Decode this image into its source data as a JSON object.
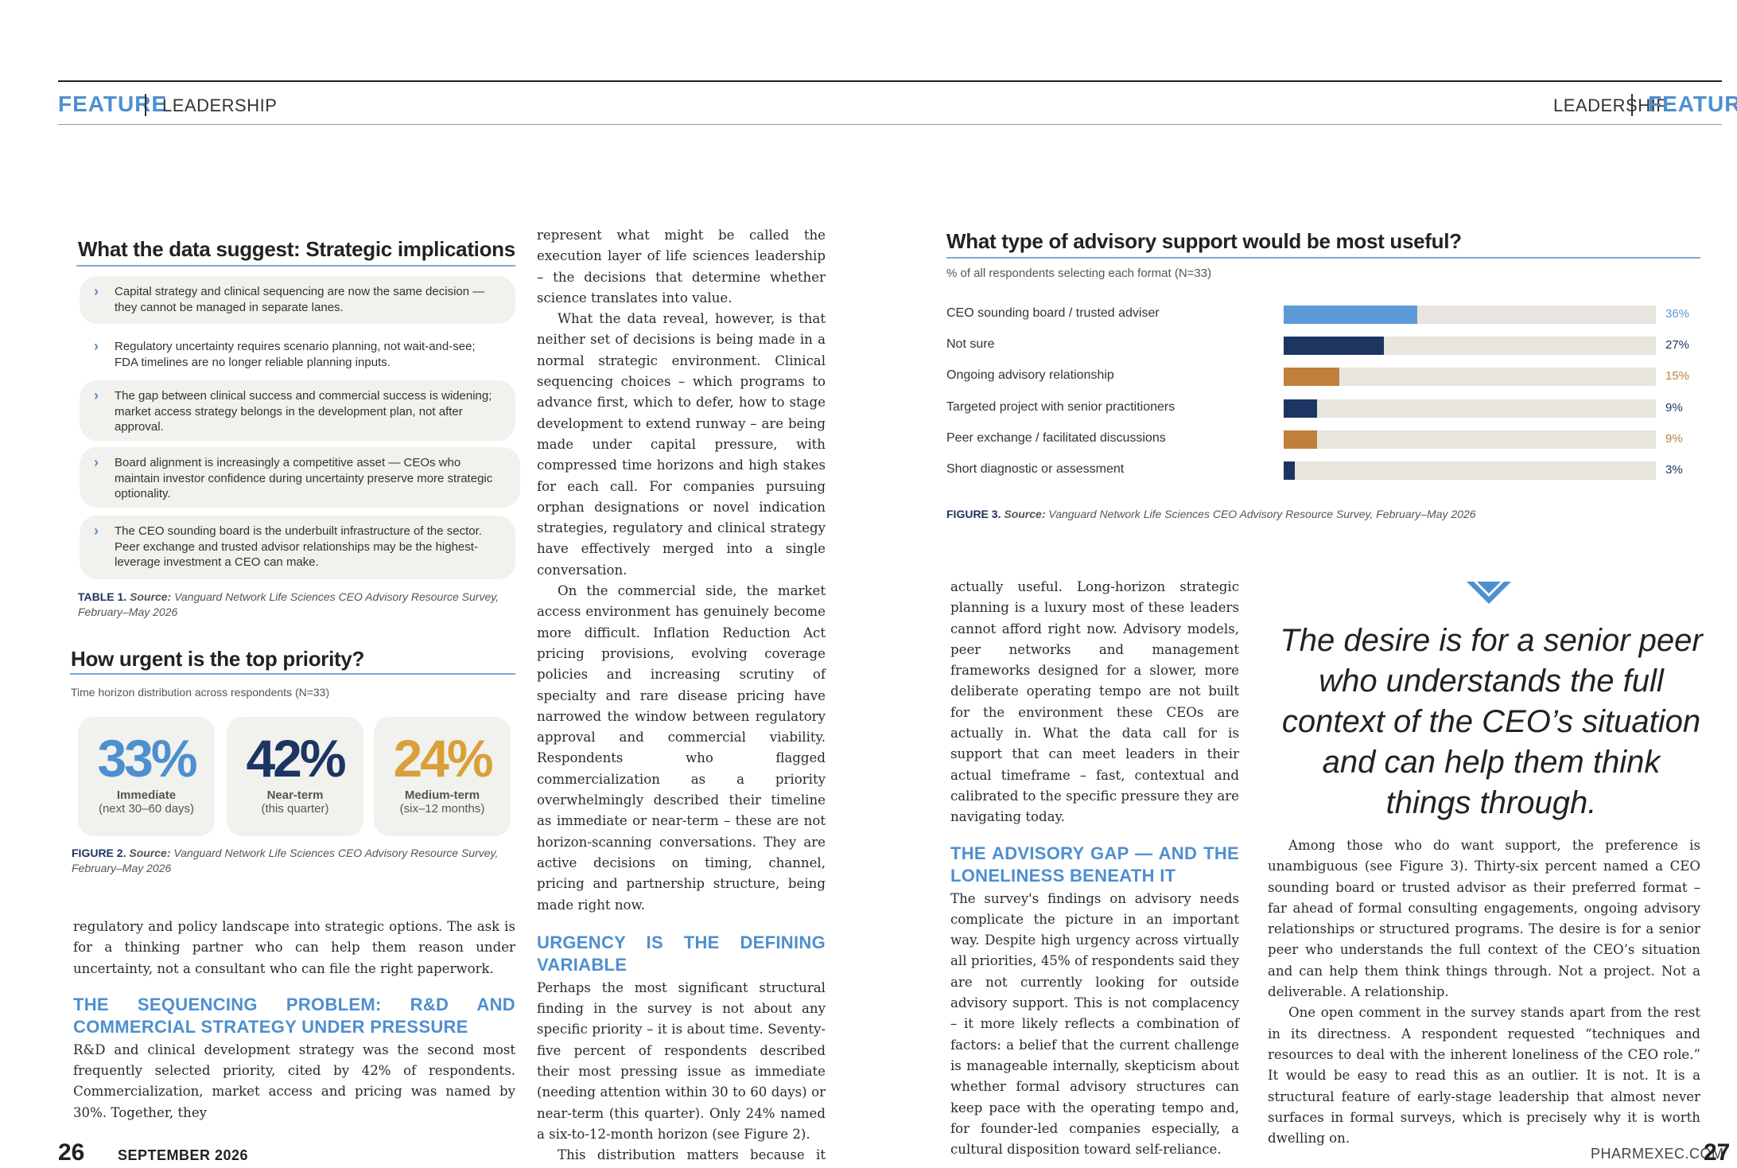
{
  "header": {
    "left_feature": "FEATURE",
    "left_section": "LEADERSHIP",
    "right_section": "LEADERSHIP",
    "right_feature": "FEATURE"
  },
  "table1": {
    "title": "What the data suggest: Strategic implications",
    "bullets": [
      "Capital strategy and clinical sequencing are now the same decision — they cannot be managed in separate lanes.",
      "Regulatory uncertainty requires scenario planning, not wait-and-see; FDA timelines are no longer reliable planning inputs.",
      "The gap between clinical success and commercial success is widening; market access strategy belongs in the development plan, not after approval.",
      "Board alignment is increasingly a competitive asset — CEOs who maintain investor confidence during uncertainty preserve more strategic optionality.",
      "The CEO sounding board is the underbuilt infrastructure of the sector. Peer exchange and trusted advisor relationships may be the highest-leverage investment a CEO can make."
    ],
    "caption_label": "TABLE 1.",
    "caption_source": "Source:",
    "caption_text": "Vanguard Network Life Sciences CEO Advisory Resource Survey, February–May 2026"
  },
  "figure2": {
    "title": "How urgent is the top priority?",
    "subtitle": "Time horizon distribution across respondents (N=33)",
    "stats": [
      {
        "value": "33%",
        "label": "Immediate",
        "sub": "(next 30–60 days)",
        "color": "#4e8fcf"
      },
      {
        "value": "42%",
        "label": "Near-term",
        "sub": "(this quarter)",
        "color": "#1c3563"
      },
      {
        "value": "24%",
        "label": "Medium-term",
        "sub": "(six–12 months)",
        "color": "#d9a03a"
      }
    ],
    "caption_label": "FIGURE 2.",
    "caption_source": "Source:",
    "caption_text": "Vanguard Network Life Sciences CEO Advisory Resource Survey, February–May 2026"
  },
  "col1": {
    "p1": "regulatory and policy landscape into strategic options. The ask is for a thinking partner who can help them reason under uncertainty, not a consultant who can file the right paperwork.",
    "h1": "THE SEQUENCING PROBLEM: R&D AND COMMERCIAL STRATEGY UNDER PRESSURE",
    "p2": "R&D and clinical development strategy was the second most frequently selected priority, cited by 42% of respondents. Commercialization, market access and pricing was named by 30%. Together, they"
  },
  "col2": {
    "p1": "represent what might be called the execution layer of life sciences leadership – the decisions that determine whether science translates into value.",
    "p2": "What the data reveal, however, is that neither set of decisions is being made in a normal strategic environment. Clinical sequencing choices – which programs to advance first, which to defer, how to stage development to extend runway – are being made under capital pressure, with compressed time horizons and high stakes for each call. For companies pursuing orphan designations or novel indication strategies, regulatory and clinical strategy have effectively merged into a single conversation.",
    "p3": "On the commercial side, the market access environment has genuinely become more difficult. Inflation Reduction Act pricing provisions, evolving coverage policies and increasing scrutiny of specialty and rare disease pricing have narrowed the window between regulatory approval and commercial viability. Respondents who flagged commercialization as a priority overwhelmingly described their timeline as immediate or near-term – these are not horizon-scanning conversations. They are active decisions on timing, channel, pricing and partnership structure, being made right now.",
    "h1": "URGENCY IS THE DEFINING VARIABLE",
    "p4": "Perhaps the most significant structural finding in the survey is not about any specific priority – it is about time. Seventy-five percent of respondents described their most pressing issue as immediate (needing attention within 30 to 60 days) or near-term (this quarter). Only 24% named a six-to-12-month horizon (see Figure 2).",
    "p5": "This distribution matters because it changes what kind of leadership support is"
  },
  "figure3": {
    "title": "What type of advisory support would be most useful?",
    "subtitle": "% of all respondents selecting each format (N=33)",
    "caption_label": "FIGURE 3.",
    "caption_source": "Source:",
    "caption_text": "Vanguard Network Life Sciences CEO Advisory Resource Survey, February–May 2026"
  },
  "chart_data": {
    "type": "bar",
    "orientation": "horizontal",
    "title": "What type of advisory support would be most useful?",
    "subtitle": "% of all respondents selecting each format (N=33)",
    "categories": [
      "CEO sounding board / trusted adviser",
      "Not sure",
      "Ongoing advisory relationship",
      "Targeted project with senior practitioners",
      "Peer exchange / facilitated discussions",
      "Short diagnostic or assessment"
    ],
    "values": [
      36,
      27,
      15,
      9,
      9,
      3
    ],
    "value_labels": [
      "36%",
      "27%",
      "15%",
      "9%",
      "9%",
      "3%"
    ],
    "bar_colors": [
      "#5b9bd5",
      "#1c3563",
      "#c07f3a",
      "#1c3563",
      "#c07f3a",
      "#1c3563"
    ],
    "label_colors": [
      "#5b9bd5",
      "#1c3563",
      "#c07f3a",
      "#1c3563",
      "#c07f3a",
      "#1c3563"
    ],
    "track_color": "#e8e5df",
    "xlim": [
      0,
      100
    ],
    "grid": false
  },
  "col3": {
    "p1": "actually useful. Long-horizon strategic planning is a luxury most of these leaders cannot afford right now. Advisory models, peer networks and management frameworks designed for a slower, more deliberate operating tempo are not built for the environment these CEOs are actually in. What the data call for is support that can meet leaders in their actual timeframe – fast, contextual and calibrated to the specific pressure they are navigating today.",
    "h1": "THE ADVISORY GAP — AND THE LONELINESS BENEATH IT",
    "p2": "The survey's findings on advisory needs complicate the picture in an important way. Despite high urgency across virtually all priorities, 45% of respondents said they are not currently looking for outside advisory support. This is not complacency – it more likely reflects a combination of factors: a belief that the current challenge is manageable internally, skepticism about whether formal advisory structures can keep pace with the operating tempo and, for founder-led companies especially, a cultural disposition toward self-reliance."
  },
  "pullquote": "The desire is for a senior peer who understands the full context of the CEO’s situation and can help them think things through.",
  "col4": {
    "p1": "Among those who do want support, the preference is unambiguous (see Figure 3). Thirty-six percent named a CEO sounding board or trusted advisor as their preferred format – far ahead of formal consulting engagements, ongoing advisory relationships or structured programs. The desire is for a senior peer who understands the full context of the CEO’s situation and can help them think things through. Not a project. Not a deliverable. A relationship.",
    "p2": "One open comment in the survey stands apart from the rest in its directness. A respondent requested “techniques and resources to deal with the inherent loneliness of the CEO role.” It would be easy to read this as an outlier. It is not. It is a structural feature of early-stage leadership that almost never surfaces in formal surveys, which is precisely why it is worth dwelling on."
  },
  "footer": {
    "left_page": "26",
    "left_date": "SEPTEMBER 2026",
    "right_site": "PHARMEXEC.COM",
    "right_page": "27"
  }
}
